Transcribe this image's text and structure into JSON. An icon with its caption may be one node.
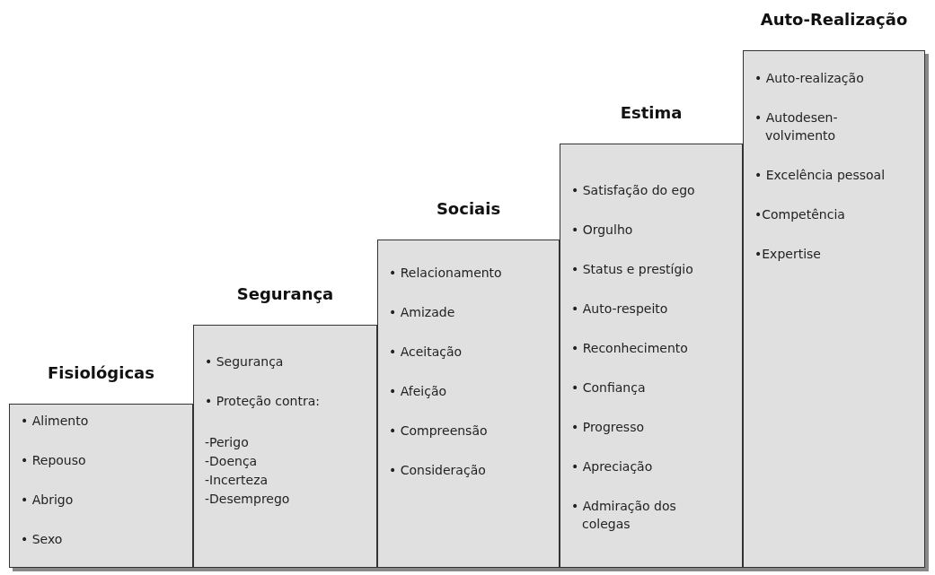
{
  "diagram": {
    "nodes": [
      {
        "text": [
          "Fisiológicas",
          "• Alimento",
          "• Repouso",
          "• Abrigo",
          "• Sexo"
        ]
      },
      {
        "text": [
          "Segurança",
          "• Segurança",
          "• Proteção contra:",
          "-Perigo",
          "-Doença",
          "-Incerteza",
          "-Desemprego"
        ]
      },
      {
        "text": [
          "Sociais",
          "• Relacionamento",
          "• Amizade",
          "• Aceitação",
          "• Afeição",
          "• Compreensão",
          "• Consideração"
        ]
      },
      {
        "text": [
          "Estima",
          "• Satisfação do ego",
          "• Orgulho",
          "• Status e prestígio",
          "• Auto-respeito",
          "• Reconhecimento",
          "• Confiança",
          "• Progresso",
          "• Apreciação",
          "• Admiração dos colegas"
        ]
      },
      {
        "text": [
          "Auto-Realização",
          "• Auto-realização",
          "• Autodesen- volvimento",
          "• Excelência pessoal",
          "•Competência",
          "•Expertise"
        ]
      }
    ]
  }
}
